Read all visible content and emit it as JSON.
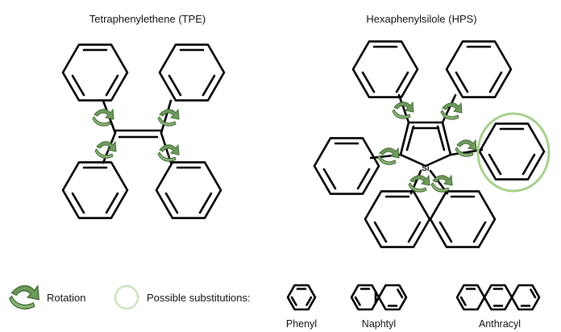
{
  "titles": {
    "tpe": "Tetraphenylethene (TPE)",
    "hps": "Hexaphenylsilole (HPS)"
  },
  "atoms": {
    "silicon": "Si"
  },
  "legend": {
    "rotation": "Rotation",
    "substitutions": "Possible substitutions:"
  },
  "substituents": {
    "phenyl": "Phenyl",
    "naphtyl": "Naphtyl",
    "anthracyl": "Anthracyl"
  },
  "colors": {
    "bond": "#000000",
    "arrow_fill": "#6f9a5e",
    "arrow_stroke": "#3f6b32",
    "highlight_ring": "#a9d08e"
  },
  "icons": {
    "rotation": "rotation-arrow-icon",
    "substitution": "substitution-circle-icon"
  }
}
